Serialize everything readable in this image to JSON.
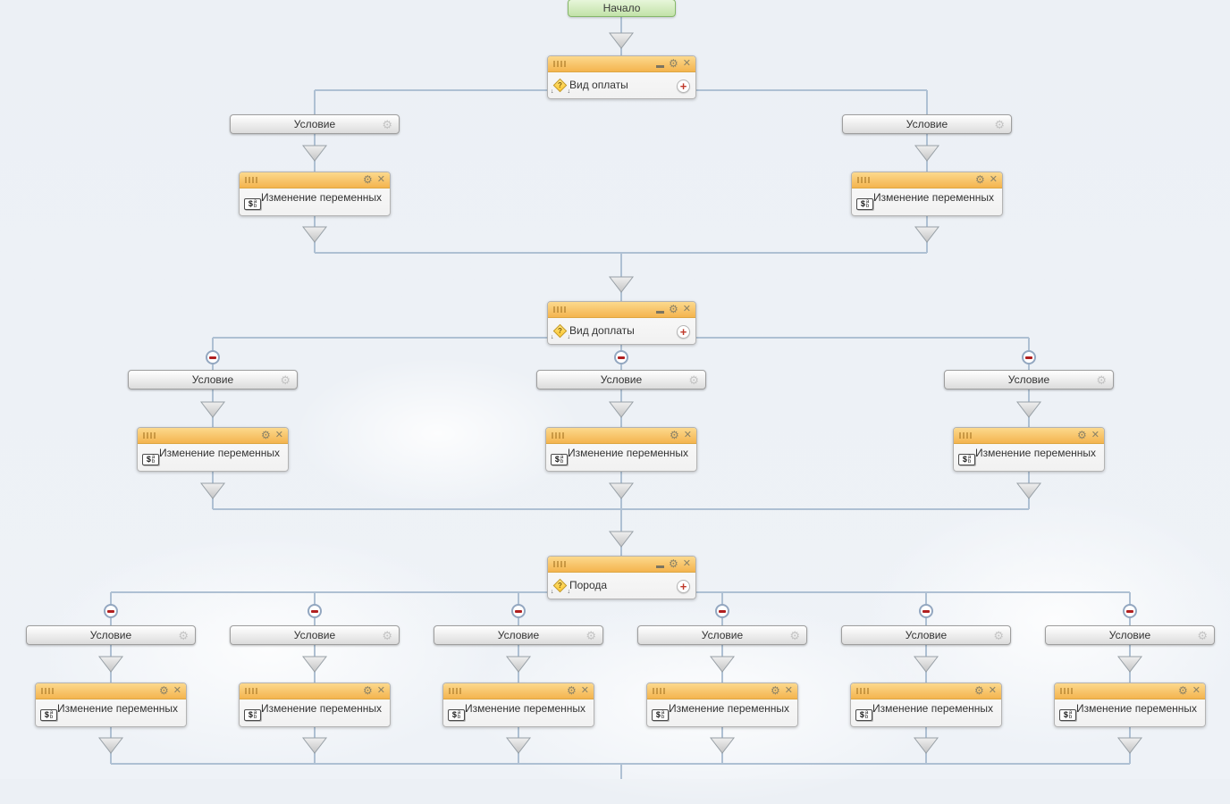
{
  "start": {
    "label": "Начало"
  },
  "switch_nodes": {
    "payment": {
      "title": "Вид оплаты"
    },
    "surcharge": {
      "title": "Вид доплаты"
    },
    "breed": {
      "title": "Порода"
    }
  },
  "condition": {
    "label": "Условие"
  },
  "action": {
    "label": "Изменение переменных"
  },
  "glyphs": {
    "gear": "⚙",
    "close": "✕",
    "plus": "+",
    "question": "?",
    "dollar": "$",
    "var_a": "a",
    "var_b": "b",
    "arrow_down": "↓"
  },
  "colors": {
    "header_orange_top": "#fcd98d",
    "header_orange_bottom": "#f4b44f",
    "connector_line": "#aec0d3",
    "start_green_top": "#e7f6da",
    "start_green_bottom": "#c2e2a8",
    "start_border": "#86b86a",
    "toggle_minus_red": "#b11f1f",
    "add_plus_red": "#c0392b",
    "canvas_background": "#edf1f6"
  }
}
